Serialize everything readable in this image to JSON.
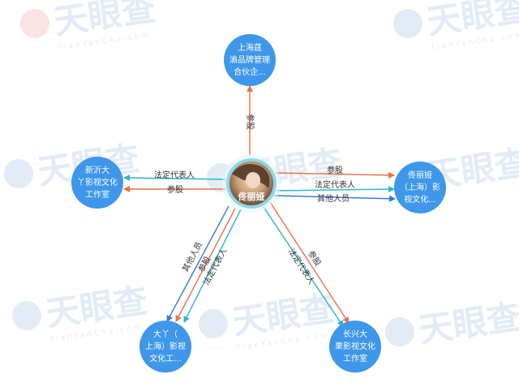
{
  "colors": {
    "node_fill": "#3f97ea",
    "center_ring": "#8fd6e8",
    "edge_orange": "#ef6e46",
    "edge_teal": "#29b7c9",
    "edge_blue": "#3576d9",
    "watermark": "#e3ecf6"
  },
  "watermark": {
    "brand": "天眼查",
    "site": "TianYanCha.com"
  },
  "center": {
    "name": "佟丽娅",
    "icon": "person-photo-icon"
  },
  "nodes": [
    {
      "id": "top",
      "lines": [
        "上海莛",
        "渝品牌管理",
        "合伙企..."
      ]
    },
    {
      "id": "right",
      "lines": [
        "佟丽娅",
        "（上海）影",
        "视文化..."
      ]
    },
    {
      "id": "left",
      "lines": [
        "新沂大",
        "丫影视文化",
        "工作室"
      ]
    },
    {
      "id": "bottom_left",
      "lines": [
        "大丫（",
        "上海）影视",
        "文化工..."
      ]
    },
    {
      "id": "bottom_right",
      "lines": [
        "长兴大",
        "果影视文化",
        "工作室"
      ]
    }
  ],
  "edges": [
    {
      "id": "e-top",
      "label": "参股",
      "color": "edge_orange"
    },
    {
      "id": "e-right-1",
      "label": "参股",
      "color": "edge_orange"
    },
    {
      "id": "e-right-2",
      "label": "法定代表人",
      "color": "edge_teal"
    },
    {
      "id": "e-right-3",
      "label": "其他人员",
      "color": "edge_blue"
    },
    {
      "id": "e-left-1",
      "label": "法定代表人",
      "color": "edge_teal"
    },
    {
      "id": "e-left-2",
      "label": "参股",
      "color": "edge_orange"
    },
    {
      "id": "e-bl-1",
      "label": "其他人员",
      "color": "edge_blue"
    },
    {
      "id": "e-bl-2",
      "label": "参股",
      "color": "edge_orange"
    },
    {
      "id": "e-bl-3",
      "label": "法定代表人",
      "color": "edge_teal"
    },
    {
      "id": "e-br-1",
      "label": "参股",
      "color": "edge_orange"
    },
    {
      "id": "e-br-2",
      "label": "法定代表人",
      "color": "edge_teal"
    }
  ]
}
